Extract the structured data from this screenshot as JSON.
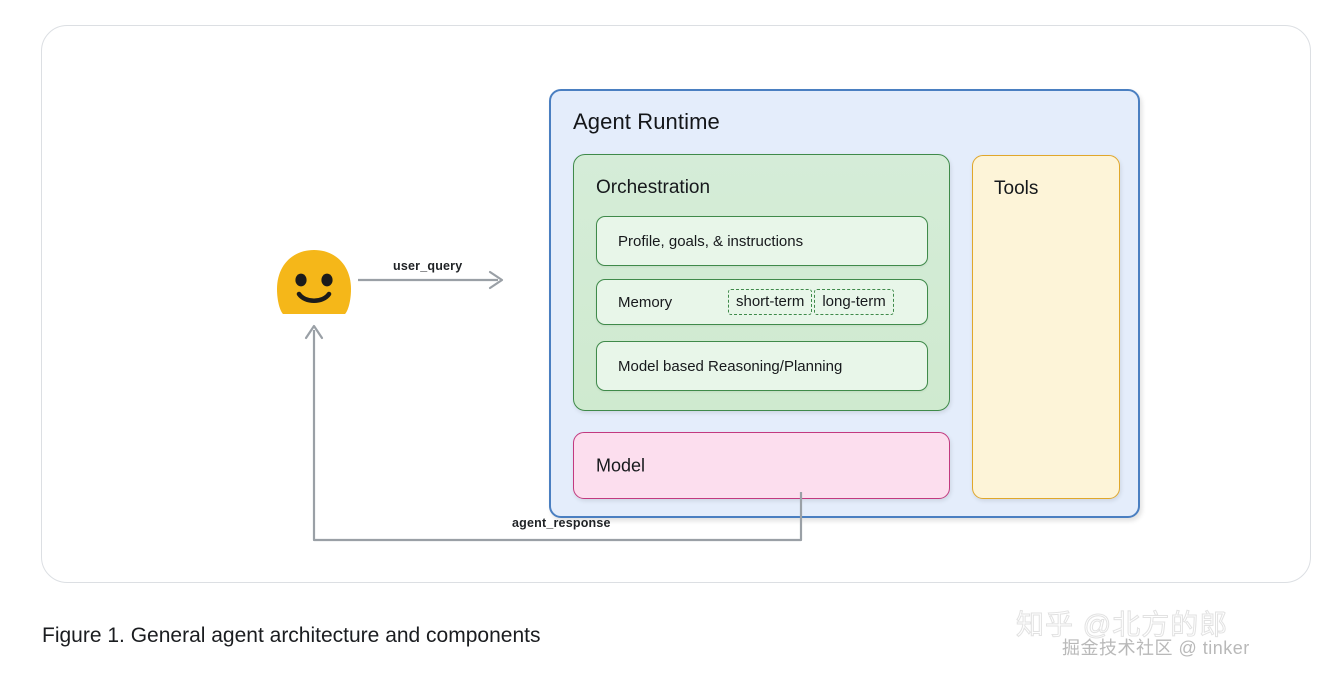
{
  "figure": {
    "caption": "Figure 1. General agent architecture and components"
  },
  "agent_runtime": {
    "title": "Agent Runtime",
    "border_color": "#4a7fc1",
    "fill_color": "#e4edfb"
  },
  "orchestration": {
    "title": "Orchestration",
    "border_color": "#3f8a4a",
    "fill_color": "#d2ebd5",
    "rows": [
      {
        "label": "Profile, goals, & instructions"
      },
      {
        "label": "Memory",
        "chips": [
          "short-term",
          "long-term"
        ]
      },
      {
        "label": "Model based Reasoning/Planning"
      }
    ]
  },
  "model": {
    "title": "Model",
    "border_color": "#c2397f",
    "fill_color": "#fcdeee"
  },
  "tools": {
    "title": "Tools",
    "border_color": "#e0a72b",
    "fill_color": "#fdf4d8"
  },
  "user": {
    "icon": "smiling-face-emoji",
    "face_color": "#f5b719"
  },
  "flows": [
    {
      "label": "user_query",
      "direction": "user-to-agent",
      "color": "#9aa0a6"
    },
    {
      "label": "agent_response",
      "direction": "agent-to-user",
      "color": "#9aa0a6"
    }
  ],
  "labels": {
    "user_query": "user_query",
    "agent_response": "agent_response"
  },
  "watermarks": {
    "zhihu": "知乎 @北方的郎",
    "juejin": "掘金技术社区 @ tinker"
  }
}
